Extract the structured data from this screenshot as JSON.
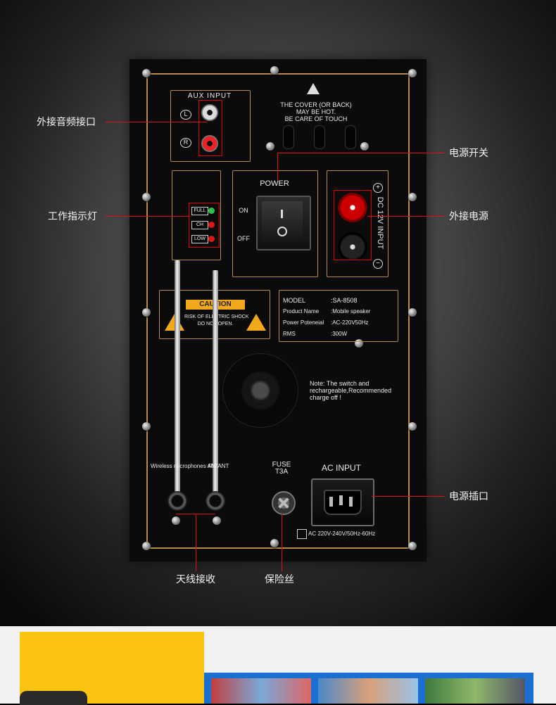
{
  "labels": {
    "aux_input": "外接音频接口",
    "power_switch": "电源开关",
    "indicator": "工作指示灯",
    "dc_power": "外接电源",
    "ac_socket": "电源插口",
    "antenna": "天线接收",
    "fuse": "保险丝"
  },
  "panel": {
    "aux_title": "AUX INPUT",
    "l": "L",
    "r": "R",
    "cover_l1": "THE COVER (OR BACK)",
    "cover_l2": "MAY BE HOT.",
    "cover_l3": "BE CARE OF TOUCH",
    "power": "POWER",
    "on": "ON",
    "off": "OFF",
    "dc": "DC 12V INPUT",
    "full": "FULL",
    "ch": "CH",
    "low": "LOW",
    "caution": "CAUTION",
    "shock_l1": "RISK OF ELECTRIC SHOCK",
    "shock_l2": "DO NOT OPEN.",
    "model_k": "MODEL",
    "model_v": ":SA-8508",
    "product_k": "Product Name",
    "product_v": ":Mobile speaker",
    "powerpot_k": "Power Poteneial",
    "powerpot_v": ":AC-220V50Hz",
    "rms_k": "RMS",
    "rms_v": ":300W",
    "note_l1": "Note: The switch and",
    "note_l2": "rechargeable,Recommended",
    "note_l3": "charge off !",
    "wireless": "Wireless microphones ANT",
    "fm_ant": "FM ANT",
    "fuse_l1": "FUSE",
    "fuse_l2": "T3A",
    "ac_input": "AC INPUT",
    "ac_rating": "AC 220V-240V/50Hz-60Hz"
  },
  "colors": {
    "gold": "#b88a4e",
    "highlight": "#e00000",
    "yellow": "#fcc412",
    "blue": "#1a6fd0"
  }
}
